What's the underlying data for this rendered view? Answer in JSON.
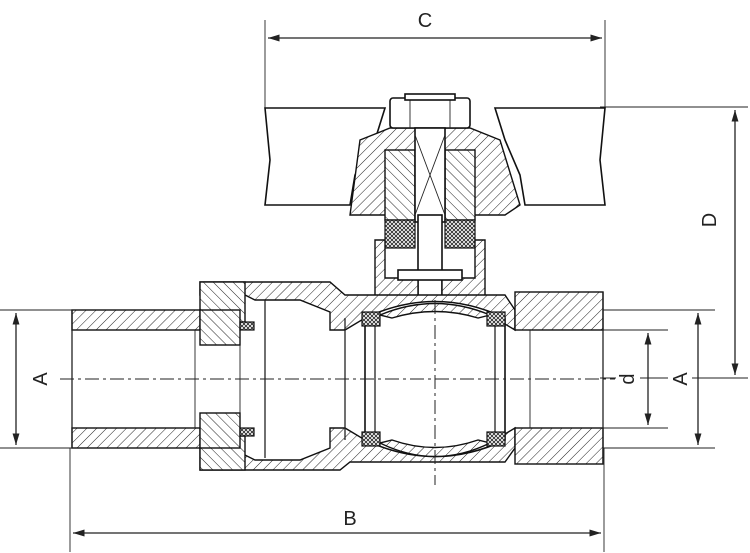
{
  "dimensions": {
    "A_left": "A",
    "A_right": "A",
    "B": "B",
    "C": "C",
    "D": "D",
    "d": "d"
  }
}
